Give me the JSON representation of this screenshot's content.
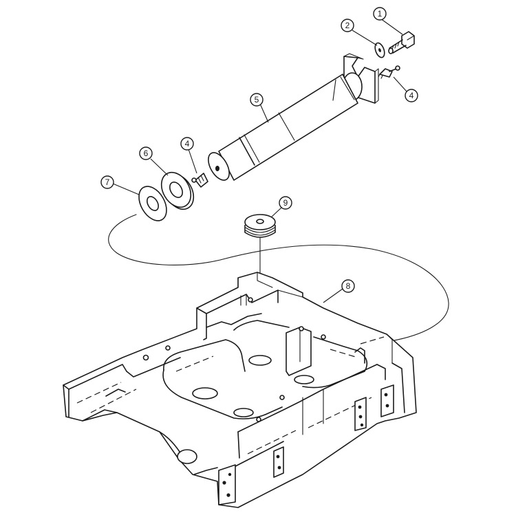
{
  "callouts": [
    {
      "id": "c1",
      "label": "1"
    },
    {
      "id": "c2",
      "label": "2"
    },
    {
      "id": "c4a",
      "label": "4"
    },
    {
      "id": "c5",
      "label": "5"
    },
    {
      "id": "c4b",
      "label": "4"
    },
    {
      "id": "c6",
      "label": "6"
    },
    {
      "id": "c7",
      "label": "7"
    },
    {
      "id": "c9",
      "label": "9"
    },
    {
      "id": "c8",
      "label": "8"
    }
  ],
  "parts": {
    "bolt": "bolt-icon",
    "washer": "washer-icon",
    "grease_fitting": "grease-fitting-icon",
    "shaft": "shaft-icon",
    "thrust_washer": "thrust-washer-icon",
    "plug": "plug-icon",
    "frame": "axle-frame-icon"
  }
}
